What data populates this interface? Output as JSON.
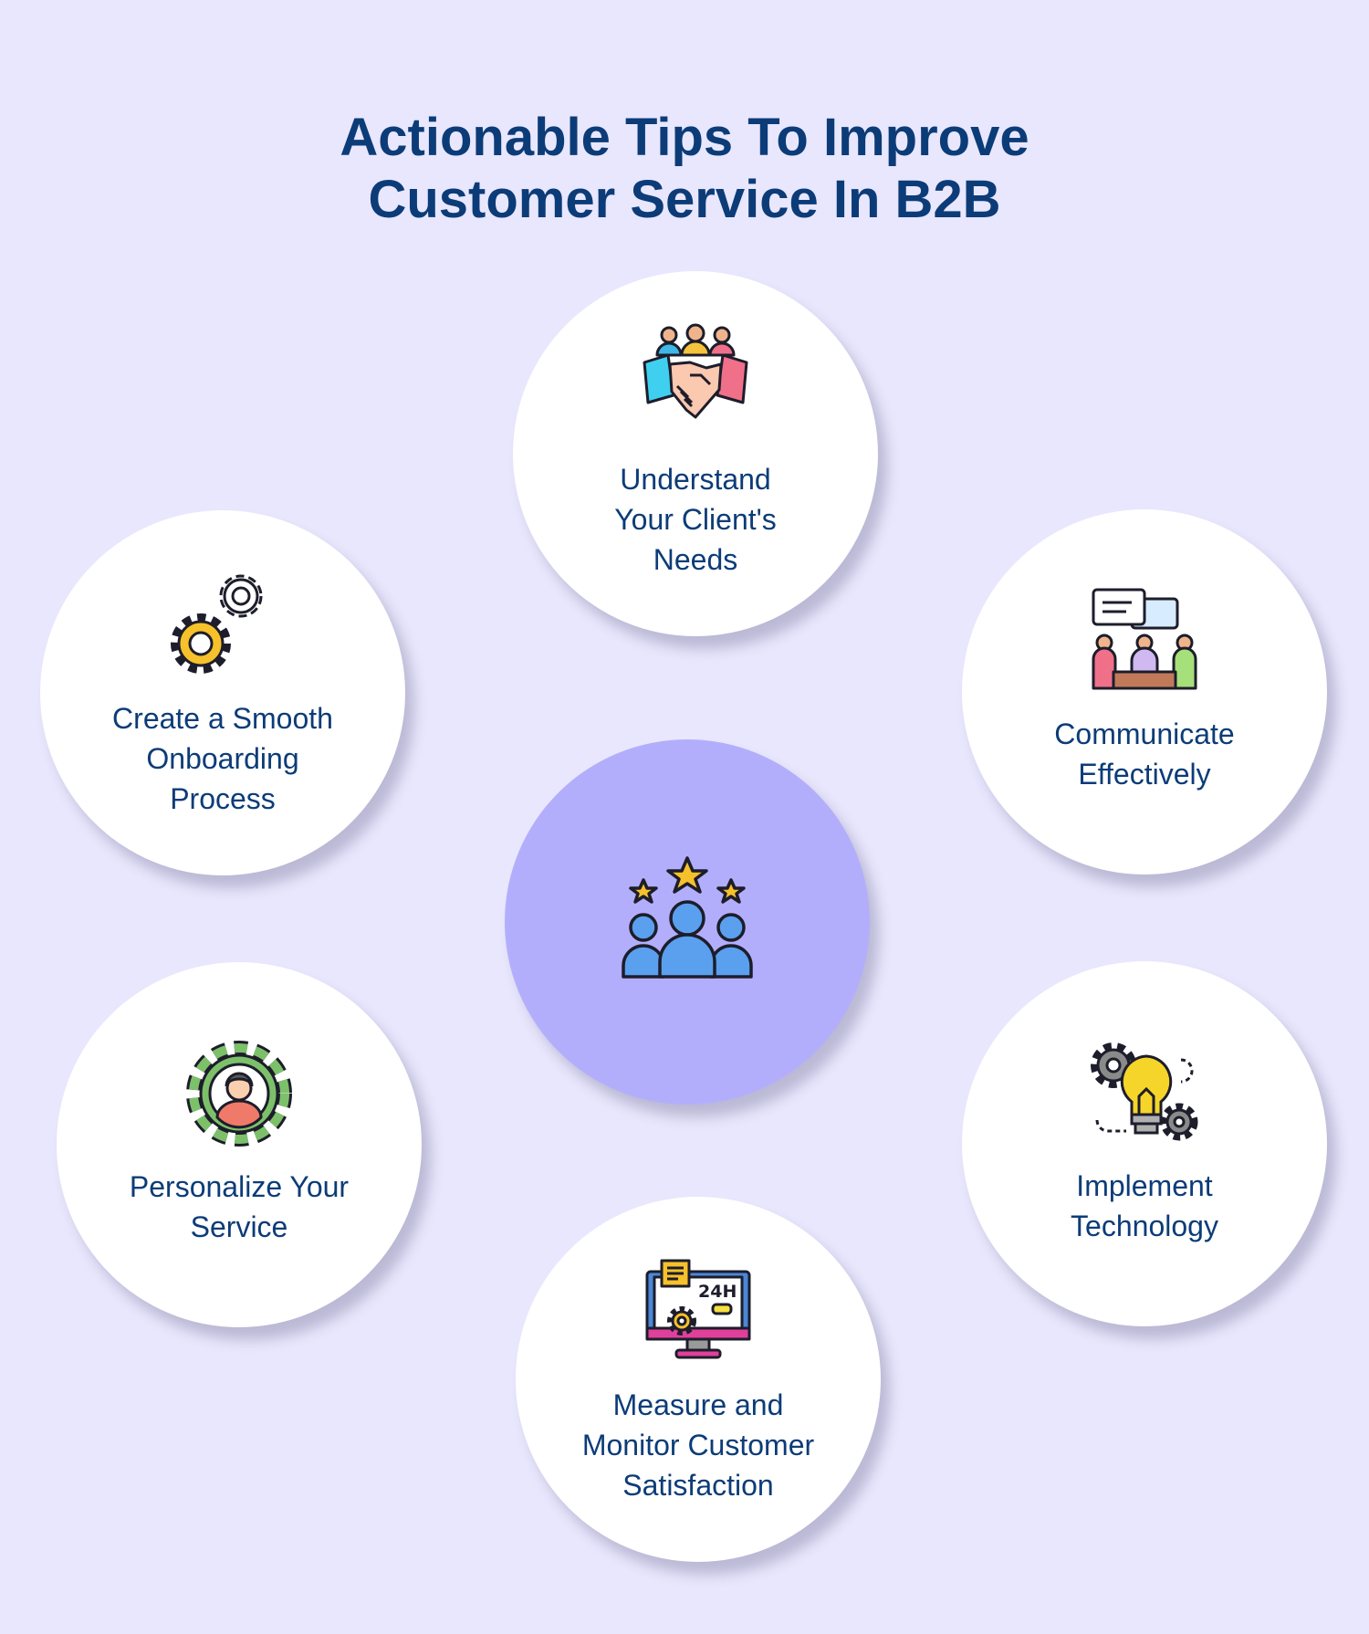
{
  "title": {
    "line1": "Actionable Tips To Improve",
    "line2": "Customer Service In B2B"
  },
  "tips": [
    {
      "icon": "handshake-team-icon",
      "lines": [
        "Understand",
        "Your Client's",
        "Needs"
      ]
    },
    {
      "icon": "gears-icon",
      "lines": [
        "Create a Smooth",
        "Onboarding",
        "Process"
      ]
    },
    {
      "icon": "meeting-chat-icon",
      "lines": [
        "Communicate",
        "Effectively"
      ]
    },
    {
      "icon": "customer-stars-icon",
      "lines": []
    },
    {
      "icon": "person-gear-icon",
      "lines": [
        "Personalize Your",
        "Service"
      ]
    },
    {
      "icon": "lightbulb-gears-icon",
      "lines": [
        "Implement",
        "Technology"
      ]
    },
    {
      "icon": "monitor-24h-icon",
      "lines": [
        "Measure and",
        "Monitor Customer",
        "Satisfaction"
      ]
    }
  ],
  "colors": {
    "background": "#e9e7fd",
    "text": "#0c3c78",
    "center": "#b3aefc",
    "card": "#ffffff"
  }
}
